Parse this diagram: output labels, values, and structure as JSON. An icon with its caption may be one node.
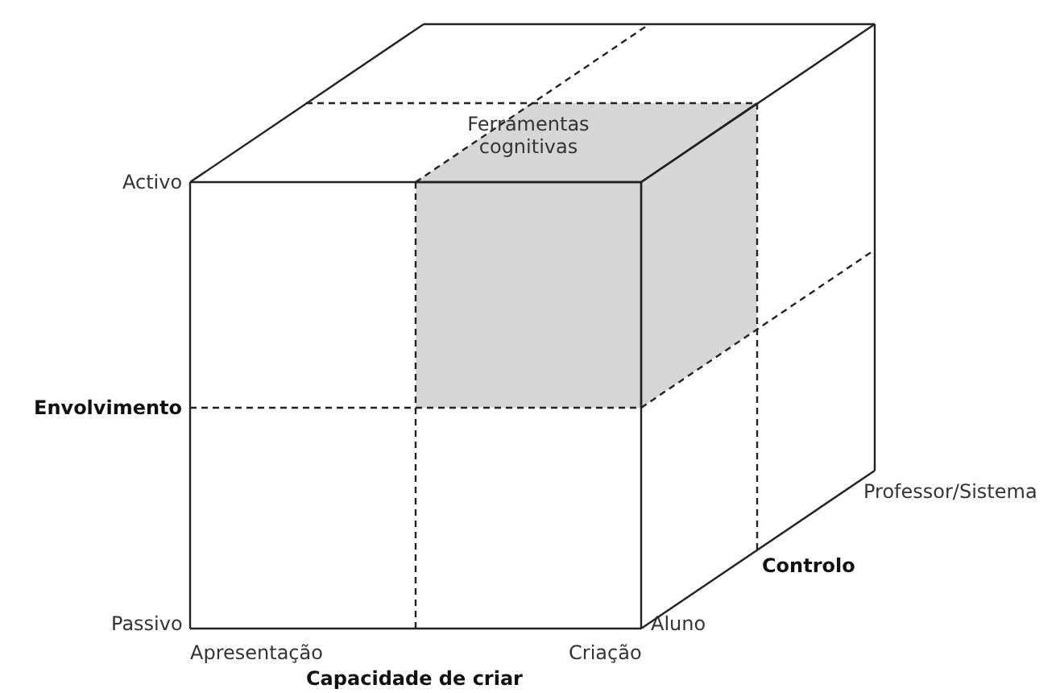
{
  "diagram": {
    "nodes": [
      {
        "text": [
          "Ferramentas cognitivas"
        ]
      }
    ],
    "labels": [
      "Activo",
      "Envolvimento",
      "Passivo",
      "Apresentação",
      "Criação",
      "Capacidade de criar",
      "Aluno",
      "Controlo",
      "Professor/Sistema"
    ]
  }
}
